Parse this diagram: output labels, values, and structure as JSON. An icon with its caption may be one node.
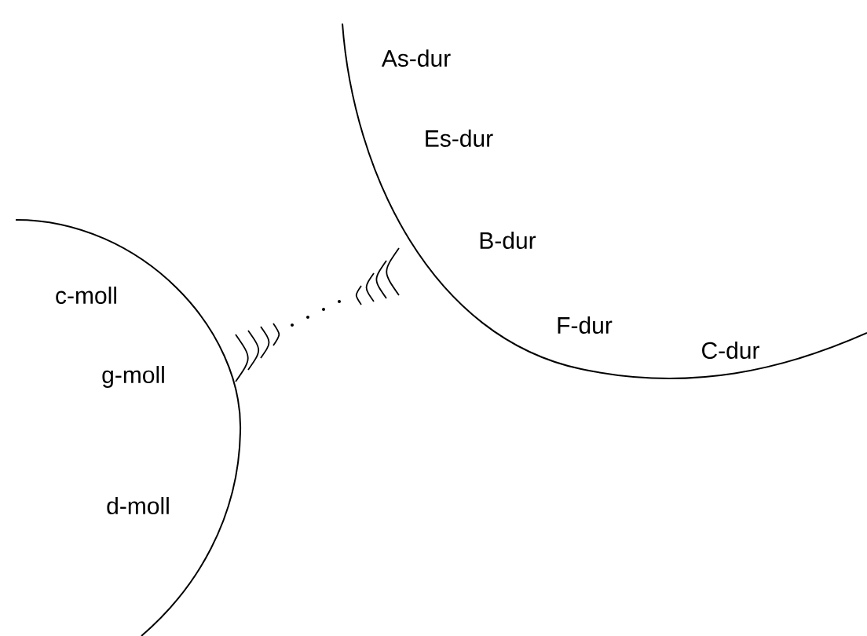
{
  "diagram": {
    "nodes": [
      {
        "text": [
          "As-dur",
          "Es-dur",
          "B-dur",
          "F-dur",
          "C-dur"
        ]
      },
      {
        "text": [
          "c-moll",
          "g-moll",
          "d-moll"
        ]
      }
    ]
  }
}
